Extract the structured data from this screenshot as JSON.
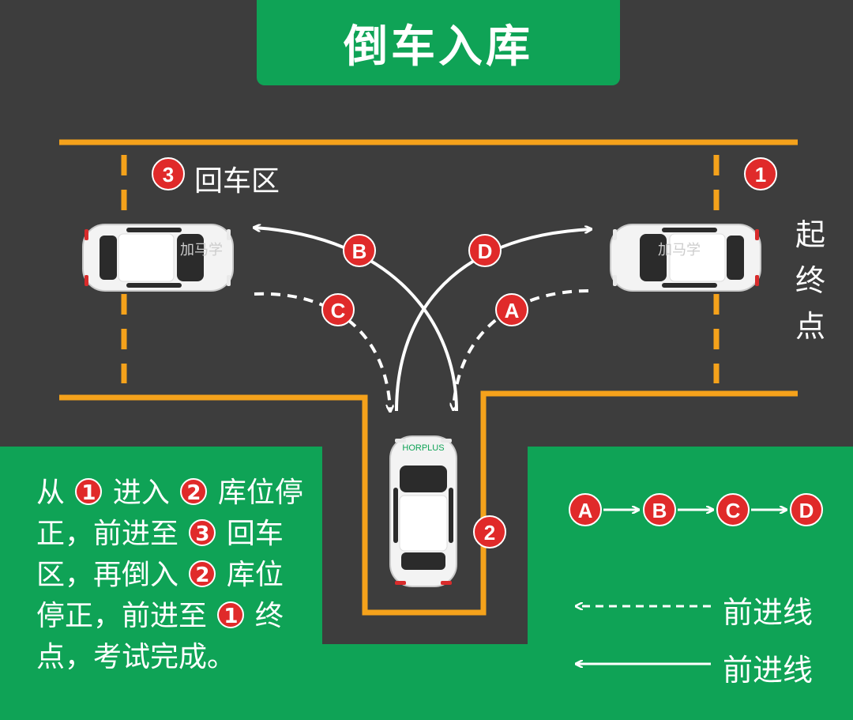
{
  "title": "倒车入库",
  "zones": {
    "return_area": {
      "num": "3",
      "label": "回车区"
    },
    "start_end": {
      "num": "1",
      "label": "起终点"
    },
    "garage": {
      "num": "2"
    }
  },
  "paths": [
    {
      "id": "A",
      "kind": "dashed"
    },
    {
      "id": "B",
      "kind": "solid"
    },
    {
      "id": "C",
      "kind": "dashed"
    },
    {
      "id": "D",
      "kind": "solid"
    }
  ],
  "car_text": {
    "brand": "加马学",
    "sub": "HORPLUS"
  },
  "instructions": {
    "p1": "从",
    "n1": "1",
    "p2": "进入",
    "n2": "2",
    "p3": "库位停正，前进至",
    "n3": "3",
    "p4": "回车区，再倒入",
    "n4": "2",
    "p5": "库位停正，前进至",
    "n5": "1",
    "p6": "终点，考试完成。"
  },
  "sequence": [
    "A",
    "B",
    "C",
    "D"
  ],
  "legend": {
    "dashed_label": "前进线",
    "solid_label": "前进线"
  },
  "colors": {
    "road": "#3d3d3d",
    "green": "#0fa356",
    "line": "#f5a21b",
    "badge": "#e02a2a"
  }
}
